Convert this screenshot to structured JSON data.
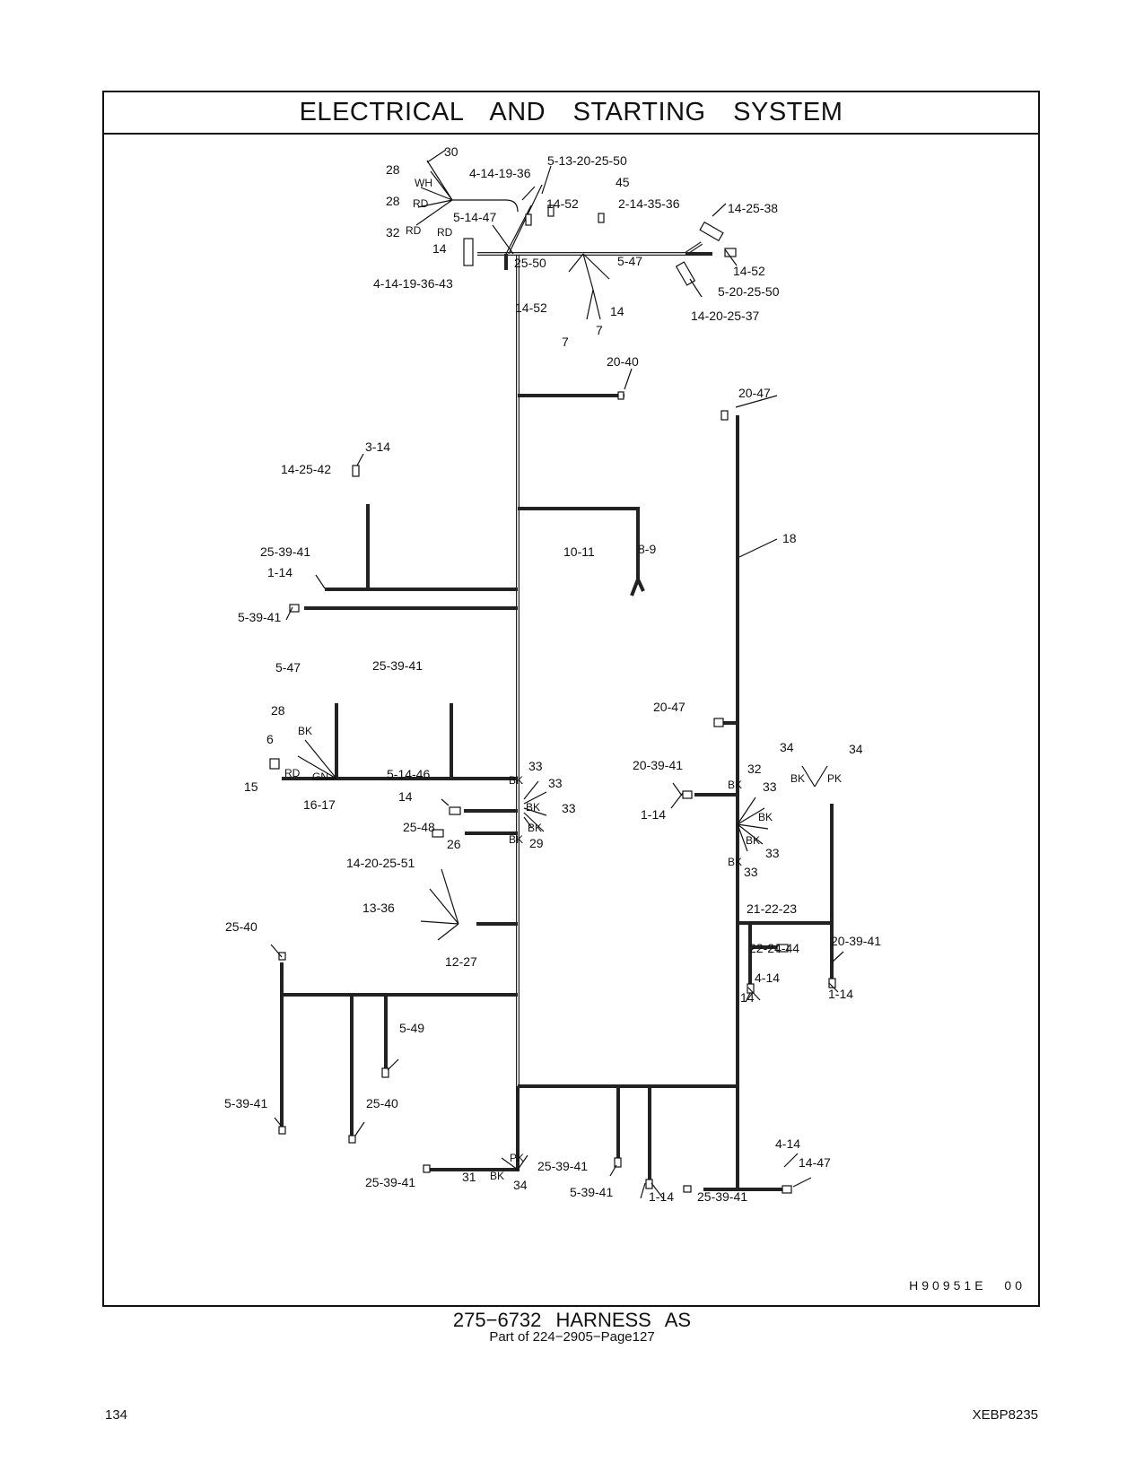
{
  "header": {
    "title": "ELECTRICAL AND STARTING SYSTEM"
  },
  "drawing_id": "H90951E  00",
  "harness": {
    "title": "275−6732  HARNESS AS",
    "subtitle": "Part of 224−2905−Page127"
  },
  "footer": {
    "page_number": "134",
    "doc_code": "XEBP8235"
  },
  "labels": {
    "top": [
      "30",
      "28",
      "WH",
      "4-14-19-36",
      "5-13-20-25-50",
      "45",
      "28",
      "RD",
      "14-52",
      "2-14-35-36",
      "14-25-38",
      "5-14-47",
      "RD",
      "32",
      "RD",
      "14",
      "4-14-19-36-43",
      "25-50",
      "5-47",
      "14-52",
      "5-20-25-50",
      "14-52",
      "14",
      "14-20-25-37",
      "7",
      "7"
    ],
    "upper_mid": [
      "20-40",
      "20-47",
      "3-14",
      "14-25-42",
      "18",
      "10-11",
      "8-9",
      "25-39-41",
      "1-14",
      "5-39-41"
    ],
    "lower_left": [
      "5-47",
      "25-39-41",
      "28",
      "BK",
      "6",
      "RD",
      "GN",
      "15",
      "16-17",
      "5-14-46",
      "14",
      "25-48",
      "33",
      "BK",
      "33",
      "BK",
      "33",
      "BK",
      "BK",
      "29",
      "26",
      "14-20-25-51",
      "13-36",
      "12-27"
    ],
    "right": [
      "20-47",
      "20-39-41",
      "1-14",
      "34",
      "34",
      "BK",
      "PK",
      "32",
      "BK",
      "33",
      "BK",
      "BK",
      "33",
      "BK",
      "33",
      "21-22-23",
      "22-24-44",
      "20-39-41",
      "4-14",
      "14",
      "1-14"
    ],
    "bottom": [
      "25-40",
      "5-49",
      "5-39-41",
      "25-40",
      "PK",
      "25-39-41",
      "31",
      "BK",
      "34",
      "25-39-41",
      "5-39-41",
      "1-14",
      "4-14",
      "14-47",
      "25-39-41"
    ]
  }
}
